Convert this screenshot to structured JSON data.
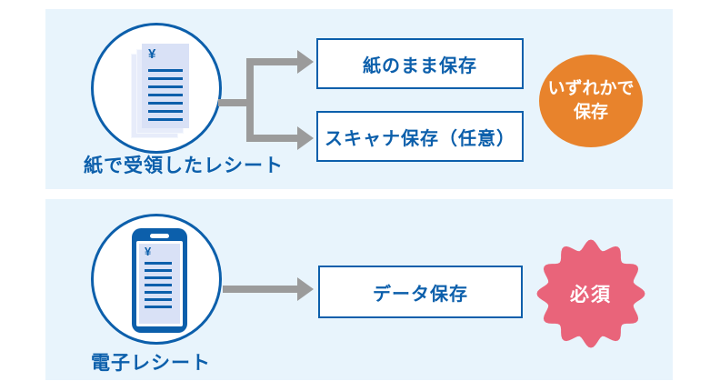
{
  "diagram": {
    "top_flow": {
      "source_label": "紙で受領したレシート",
      "receipt_mark": "¥",
      "options": [
        "紙のまま保存",
        "スキャナ保存（任意）"
      ],
      "badge_line1": "いずれかで",
      "badge_line2": "保存"
    },
    "bottom_flow": {
      "source_label": "電子レシート",
      "receipt_mark": "¥",
      "options": [
        "データ保存"
      ],
      "badge_label": "必須"
    },
    "colors": {
      "panel_bg": "#E8F4FC",
      "primary_blue": "#0C5FAB",
      "arrow_gray": "#9B9B9B",
      "badge_orange": "#E8832C",
      "badge_pink": "#E9647A",
      "paper_fill": "#D9E1F6"
    }
  }
}
